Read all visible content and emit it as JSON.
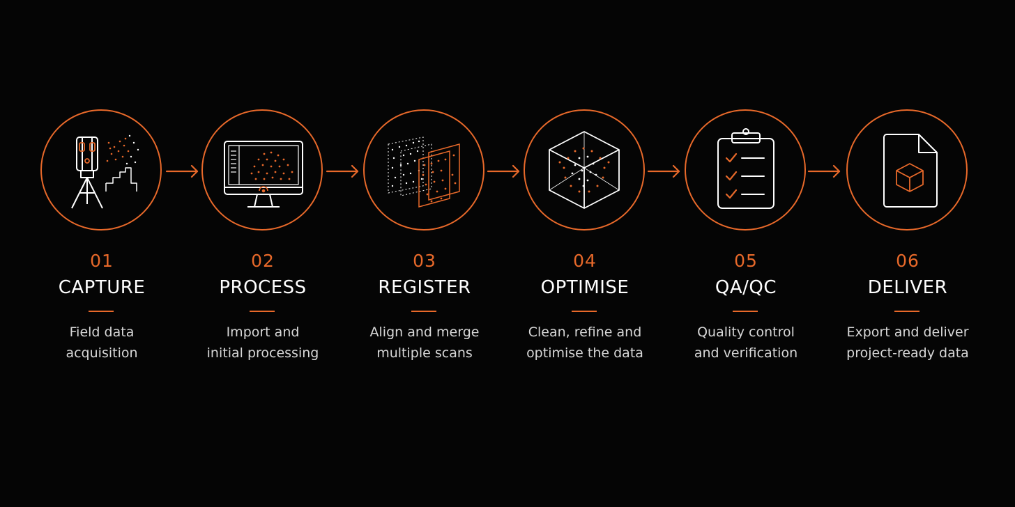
{
  "accent_color": "#e8692a",
  "background_color": "#050505",
  "steps": [
    {
      "number": "01",
      "title": "CAPTURE",
      "desc_line1": "Field data",
      "desc_line2": "acquisition",
      "icon": "laser-scanner-icon"
    },
    {
      "number": "02",
      "title": "PROCESS",
      "desc_line1": "Import and",
      "desc_line2": "initial processing",
      "icon": "monitor-point-cloud-icon"
    },
    {
      "number": "03",
      "title": "REGISTER",
      "desc_line1": "Align and merge",
      "desc_line2": "multiple scans",
      "icon": "merge-scans-icon"
    },
    {
      "number": "04",
      "title": "OPTIMISE",
      "desc_line1": "Clean, refine and",
      "desc_line2": "optimise the data",
      "icon": "cube-point-cloud-icon"
    },
    {
      "number": "05",
      "title": "QA/QC",
      "desc_line1": "Quality control",
      "desc_line2": "and verification",
      "icon": "clipboard-checklist-icon"
    },
    {
      "number": "06",
      "title": "DELIVER",
      "desc_line1": "Export and deliver",
      "desc_line2": "project-ready data",
      "icon": "document-cube-icon"
    }
  ]
}
